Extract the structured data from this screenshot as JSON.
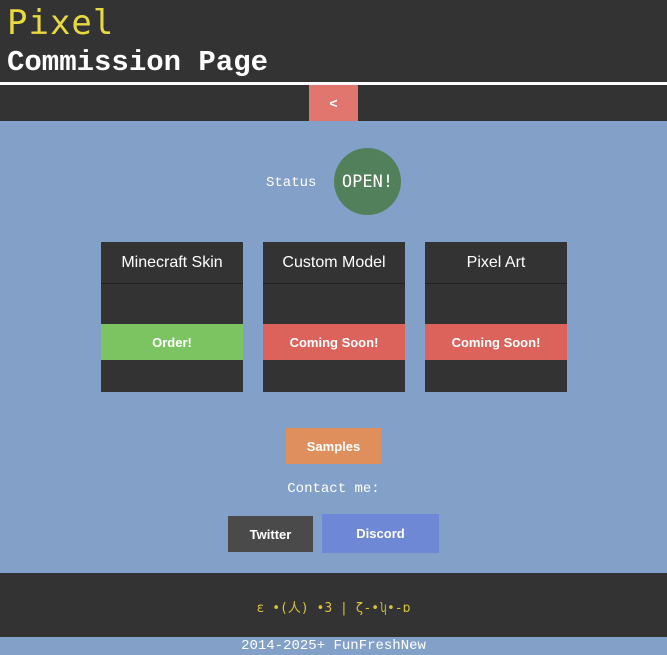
{
  "header": {
    "logo": "Pixel",
    "title": "Commission Page",
    "back_label": "<"
  },
  "status": {
    "label": "Status",
    "value": "OPEN!"
  },
  "cards": [
    {
      "title": "Minecraft Skin",
      "button": "Order!"
    },
    {
      "title": "Custom Model",
      "button": "Coming Soon!"
    },
    {
      "title": "Pixel Art",
      "button": "Coming Soon!"
    }
  ],
  "samples_label": "Samples",
  "contact_label": "Contact me:",
  "social": {
    "twitter": "Twitter",
    "discord": "Discord"
  },
  "footer": {
    "kaomoji": "ε •(人) •3 | ζ-•ʮ•-ɒ",
    "copyright": "2014-2025+ FunFreshNew"
  },
  "colors": {
    "background": "#82a0c8",
    "header": "#333333",
    "logo": "#e8d940",
    "status_open": "#52805a",
    "order": "#7cc461",
    "coming_soon": "#db635b",
    "back": "#e0766e",
    "samples": "#df8f5c",
    "twitter": "#4a4a4a",
    "discord": "#6e88d6"
  }
}
